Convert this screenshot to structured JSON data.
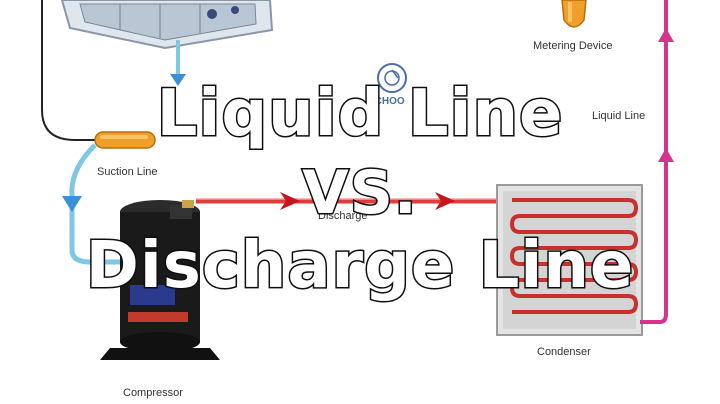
{
  "labels": {
    "metering_device": "Metering Device",
    "liquid_line": "Liquid Line",
    "suction_line": "Suction Line",
    "discharge": "Discharge",
    "condenser": "Condenser",
    "compressor": "Compressor"
  },
  "overlay": {
    "line1": "Liquid Line",
    "line2": "VS.",
    "line3": "Discharge Line"
  },
  "logo_text": "SCHOO",
  "colors": {
    "suction_pipe": "#7ec8e3",
    "discharge_pipe": "#e23b3b",
    "liquid_pipe": "#d6338c",
    "arrow_blue": "#3a8fd8",
    "arrow_red": "#c4161c",
    "condenser_coil": "#c9302c",
    "accumulator": "#f0a02a",
    "compressor_body": "#1a1a1a",
    "compressor_label": "#2a3b8f"
  }
}
